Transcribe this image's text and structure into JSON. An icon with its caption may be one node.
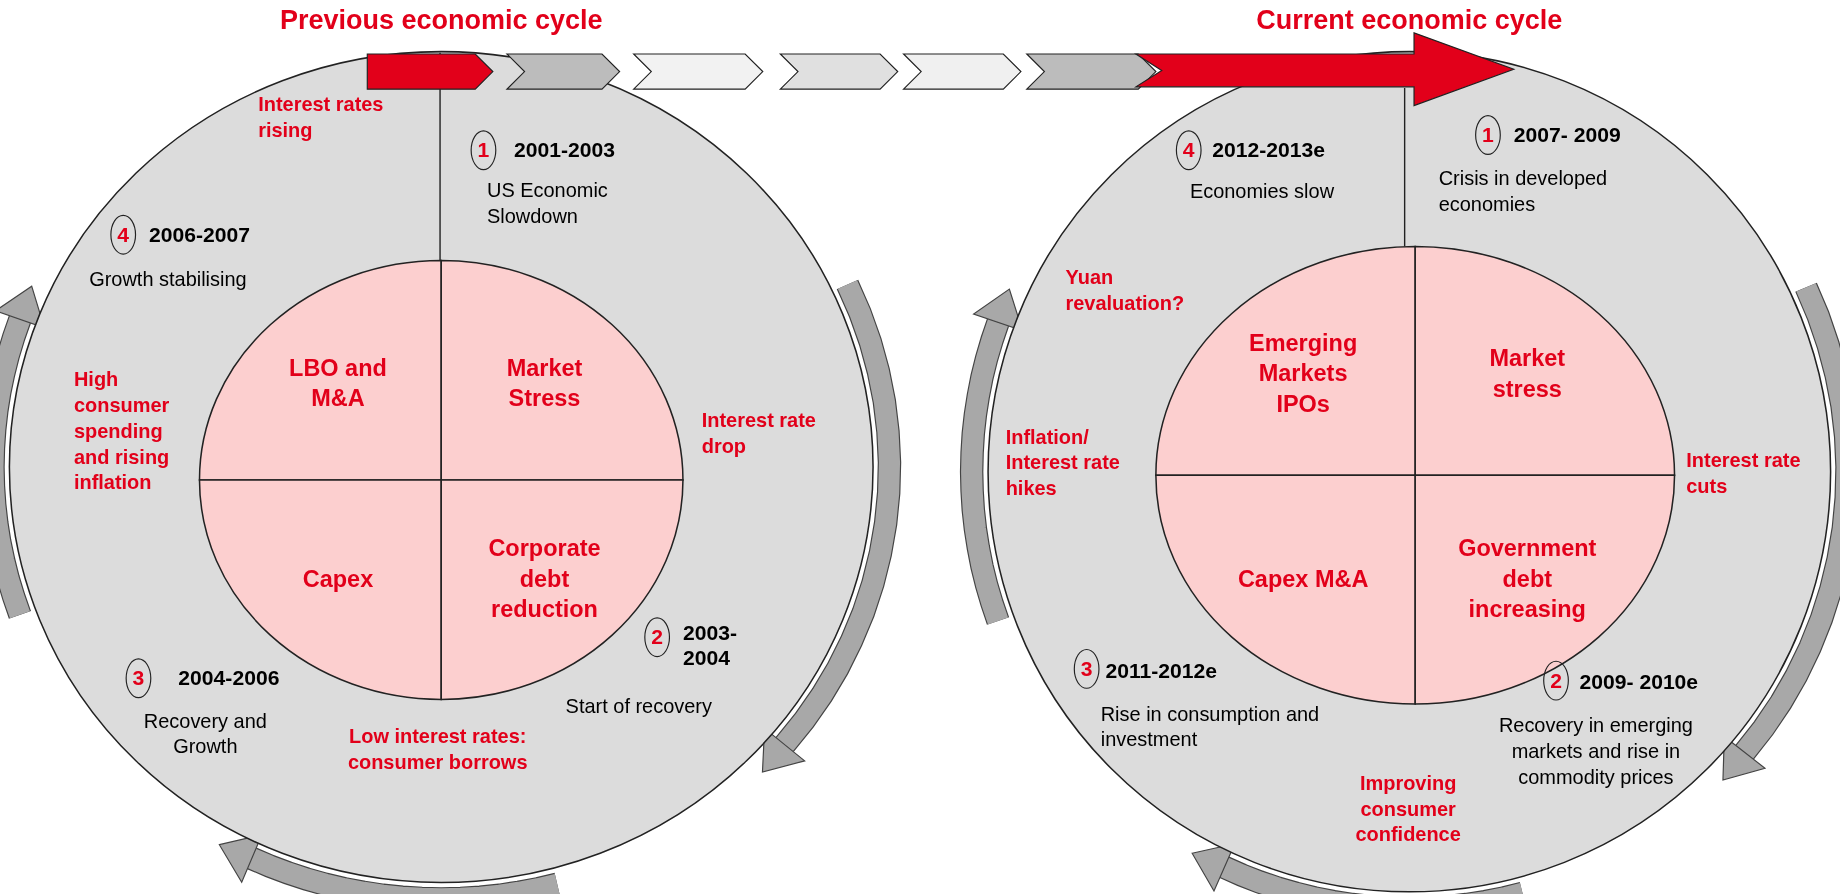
{
  "diagram": {
    "nodes": [
      {
        "text": [
          "Previous economic cycle"
        ]
      },
      {
        "text": [
          "LBO and M&A"
        ],
        "in": 0
      },
      {
        "text": [
          "Market Stress"
        ],
        "in": 0
      },
      {
        "text": [
          "Capex"
        ],
        "in": 0
      },
      {
        "text": [
          "Corporate debt reduction"
        ],
        "in": 0
      },
      {
        "text": [
          "1"
        ],
        "in": 0,
        "beside": [
          "2001-2003"
        ]
      },
      {
        "text": [
          "2"
        ],
        "in": 0
      },
      {
        "text": [
          "3"
        ],
        "in": 0
      },
      {
        "text": [
          "4"
        ],
        "in": 0,
        "beside": [
          "2006-2007"
        ]
      },
      {
        "text": [
          "Current economic cycle"
        ]
      },
      {
        "text": [
          "Emerging Markets IPOs"
        ],
        "in": 9
      },
      {
        "text": [
          "Market stress"
        ],
        "in": 9
      },
      {
        "text": [
          "Capex M&A"
        ],
        "in": 9
      },
      {
        "text": [
          "Government debt increasing"
        ],
        "in": 9
      },
      {
        "text": [
          "4"
        ],
        "in": 9,
        "beside": [
          "2012-2013e"
        ]
      },
      {
        "text": [
          "1"
        ],
        "in": 9,
        "beside": [
          "2007- 2009"
        ]
      },
      {
        "text": [
          "3"
        ],
        "in": 9,
        "beside": [
          "2011-2012e"
        ]
      },
      {
        "text": [
          "2"
        ],
        "in": 9,
        "beside": [
          "2009- 2010e"
        ]
      }
    ],
    "labels": [
      "Interest rates rising",
      "US Economic Slowdown",
      "Growth stabilising",
      "High consumer spending and rising inflation",
      "Interest rate drop",
      "2003- 2004",
      "Start of recovery",
      "2004-2006",
      "Recovery and Growth",
      "Low interest rates: consumer borrows",
      "Economies slow",
      "Crisis in developed economies",
      "Yuan revaluation?",
      "Inflation/ Interest rate hikes",
      "Interest rate cuts",
      "Rise in consumption and investment",
      "Recovery in emerging markets and rise in commodity prices",
      "Improving consumer confidence"
    ]
  }
}
